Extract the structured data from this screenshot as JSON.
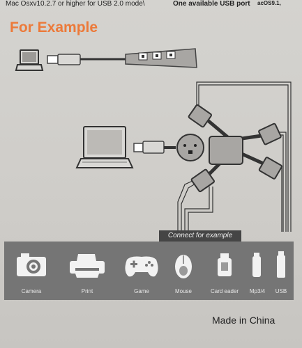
{
  "header": {
    "left_text": "Mac Osxv10.2.7 or higher for USB 2.0 mode\\",
    "right_text": "One available USB port",
    "corner_text": "acOS9.1,"
  },
  "title": "For Example",
  "connect_label": "Connect for example",
  "devices": [
    {
      "label": "Camera",
      "icon": "camera-icon"
    },
    {
      "label": "Print",
      "icon": "printer-icon"
    },
    {
      "label": "Game",
      "icon": "gamepad-icon"
    },
    {
      "label": "Mouse",
      "icon": "mouse-icon"
    },
    {
      "label": "Card eader",
      "icon": "card-reader-icon"
    },
    {
      "label": "Mp3/4",
      "icon": "mp3-player-icon"
    },
    {
      "label": "USB",
      "icon": "usb-drive-icon"
    }
  ],
  "footer": {
    "made_in": "Made in China"
  },
  "colors": {
    "title": "#ec7a3a",
    "band": "#757575",
    "hub": "#a8a6a3"
  }
}
